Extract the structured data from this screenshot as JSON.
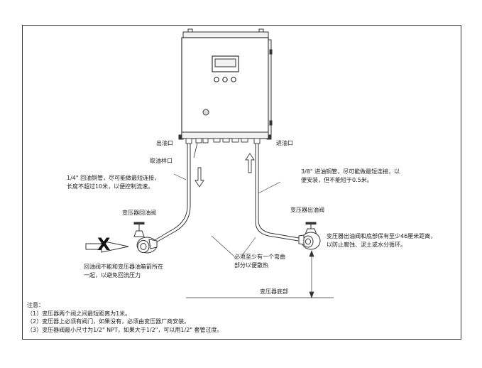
{
  "labels": {
    "outlet_port": "出油口",
    "inlet_port": "进油口",
    "sampling_port": "取油样口",
    "left_pipe_note_1": "1/4\" 回油铜管，尽可能做最短连接，",
    "left_pipe_note_2": "长度不超过10米，以便控制流速。",
    "right_pipe_note_1": "3/8\" 进油铜管，尽可能做最短连接，以",
    "right_pipe_note_2": "便安装，但不能短于0.5米。",
    "return_valve": "变压器回油阀",
    "outlet_valve": "变压器出油阀",
    "outlet_valve_note_1": "变压器出油阀和底部保有至少46厘米距离，",
    "outlet_valve_note_2": "以防止腐蚀、泥土或水分循环。",
    "bend_note_1": "必须至少有一个弯曲",
    "bend_note_2": "部分以便散热",
    "return_warning_1": "回油阀不能和变压器油箱箭所在",
    "return_warning_2": "一起，以避免回流压力",
    "transformer_bottom": "变压器底部",
    "prohibited_mark": "X"
  },
  "notes": {
    "title": "注意：",
    "items": [
      "（1）变压器两个阀之间最短距离为1米。",
      "（2）变压器上必须有阀门，如果没有，必须由变压器厂商安装。",
      "（3）变压器阀最小尺寸为1/2\" NPT，如果大于1/2\"，可以用1/2\" 套管过度。"
    ]
  },
  "colors": {
    "line": "#333333",
    "fill_light": "#f2f2f2",
    "arrow_fill": "#ffffff"
  }
}
